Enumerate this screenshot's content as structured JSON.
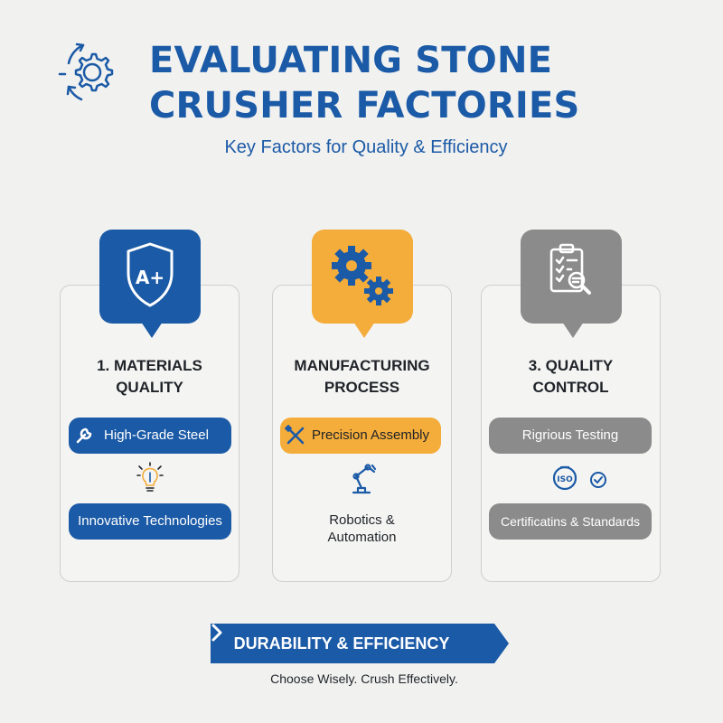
{
  "header": {
    "title_line1": "EVALUATING STONE",
    "title_line2": "CRUSHER FACTORIES",
    "subtitle": "Key Factors for Quality & Efficiency",
    "icon": "gear-with-arrows-icon"
  },
  "cards": [
    {
      "title_line1": "1. MATERIALS",
      "title_line2": "QUALITY",
      "badge_icon": "shield-a-plus-icon",
      "badge_text": "A+",
      "item1": "High-Grade Steel",
      "item1_icon": "wrench-icon",
      "middle_icon": "lightbulb-icon",
      "item2": "Innovative Technologies"
    },
    {
      "title_line1": "MANUFACTURING",
      "title_line2": "PROCESS",
      "badge_icon": "gears-icon",
      "item1": "Precision Assembly",
      "item1_icon": "crossed-tools-icon",
      "middle_icon": "robotic-arm-icon",
      "item2_line1": "Robotics &",
      "item2_line2": "Automation"
    },
    {
      "title_line1": "3. QUALITY",
      "title_line2": "CONTROL",
      "badge_icon": "clipboard-magnifier-icon",
      "item1": "Rigrious Testing",
      "middle_icon": "iso-check-icon",
      "iso_text": "ISO",
      "item2": "Certificatins & Standards"
    }
  ],
  "footer": {
    "banner": "DURABILITY & EFFICIENCY",
    "banner_icon": "chevron-right-icon",
    "tagline": "Choose Wisely. Crush Effectively."
  },
  "colors": {
    "blue": "#1b5aa6",
    "orange": "#f4ac3a",
    "gray": "#8b8b8b",
    "background": "#f1f1f0"
  }
}
